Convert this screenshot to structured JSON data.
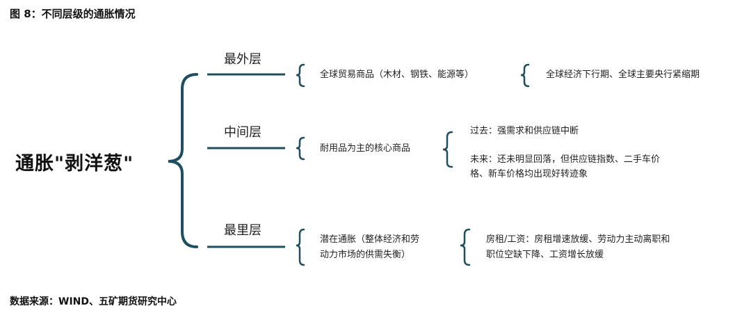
{
  "figure_title": "图 8：不同层级的通胀情况",
  "main_label": "通胀\"剥洋葱\"",
  "layers": [
    {
      "name": "最外层",
      "desc": "全球贸易商品（木材、钢铁、能源等）",
      "details": [
        "全球经济下行期、全球主要央行紧缩期"
      ]
    },
    {
      "name": "中间层",
      "desc": "耐用品为主的核心商品",
      "details": [
        "过去：强需求和供应链中断",
        "未来：还未明显回落，但供应链指数、二手车价",
        "格、新车价格均出现好转迹象"
      ]
    },
    {
      "name": "最里层",
      "desc_lines": [
        "潜在通胀（整体经济和劳",
        "动力市场的供需失衡）"
      ],
      "details": [
        "房租/工资：房租增速放缓、劳动力主动离职和",
        "职位空缺下降、工资增长放缓"
      ]
    }
  ],
  "source": "数据来源：WIND、五矿期货研究中心",
  "colors": {
    "line": "#1f4e5f",
    "text": "#222222"
  }
}
